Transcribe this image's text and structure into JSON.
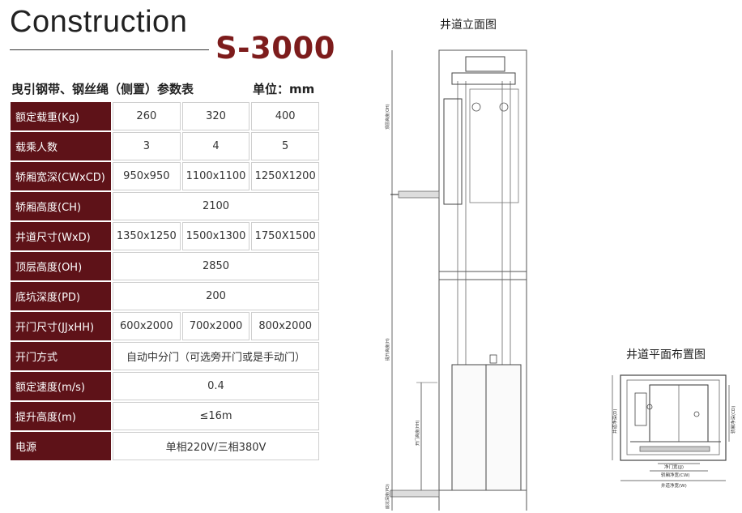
{
  "header": {
    "title": "Construction",
    "model": "S-3000",
    "subtitle": "曳引钢带、钢丝绳（侧置）参数表",
    "unit": "单位：mm"
  },
  "table": {
    "rows": [
      {
        "label": "额定载重(Kg)",
        "values": [
          "260",
          "320",
          "400"
        ]
      },
      {
        "label": "载乘人数",
        "values": [
          "3",
          "4",
          "5"
        ]
      },
      {
        "label": "轿厢宽深(CWxCD)",
        "values": [
          "950x950",
          "1100x1100",
          "1250X1200"
        ]
      },
      {
        "label": "轿厢高度(CH)",
        "values": [
          "2100"
        ]
      },
      {
        "label": "井道尺寸(WxD)",
        "values": [
          "1350x1250",
          "1500x1300",
          "1750X1500"
        ]
      },
      {
        "label": "顶层高度(OH)",
        "values": [
          "2850"
        ]
      },
      {
        "label": "底坑深度(PD)",
        "values": [
          "200"
        ]
      },
      {
        "label": "开门尺寸(JJxHH)",
        "values": [
          "600x2000",
          "700x2000",
          "800x2000"
        ]
      },
      {
        "label": "开门方式",
        "values": [
          "自动中分门（可选旁开门或是手动门）"
        ]
      },
      {
        "label": "额定速度(m/s)",
        "values": [
          "0.4"
        ]
      },
      {
        "label": "提升高度(m)",
        "values": [
          "≤16m"
        ]
      },
      {
        "label": "电源",
        "values": [
          "单相220V/三相380V"
        ]
      }
    ]
  },
  "diagrams": {
    "elevation_title": "井道立面图",
    "plan_title": "井道平面布置图",
    "elevation_labels": {
      "overhead": "顶层高度(OH)",
      "travel": "提升高度(H)",
      "door_height": "开门高度(HH)",
      "pit": "底坑深度(PD)"
    },
    "plan_labels": {
      "shaft_depth": "井道净深(D)",
      "car_depth": "轿厢净深(CD)",
      "door_width": "净门宽(JJ)",
      "car_width": "轿厢净宽(CW)",
      "shaft_width": "井道净宽(W)"
    }
  },
  "colors": {
    "accent": "#7d1c1c",
    "label_bg": "#5e1218"
  }
}
